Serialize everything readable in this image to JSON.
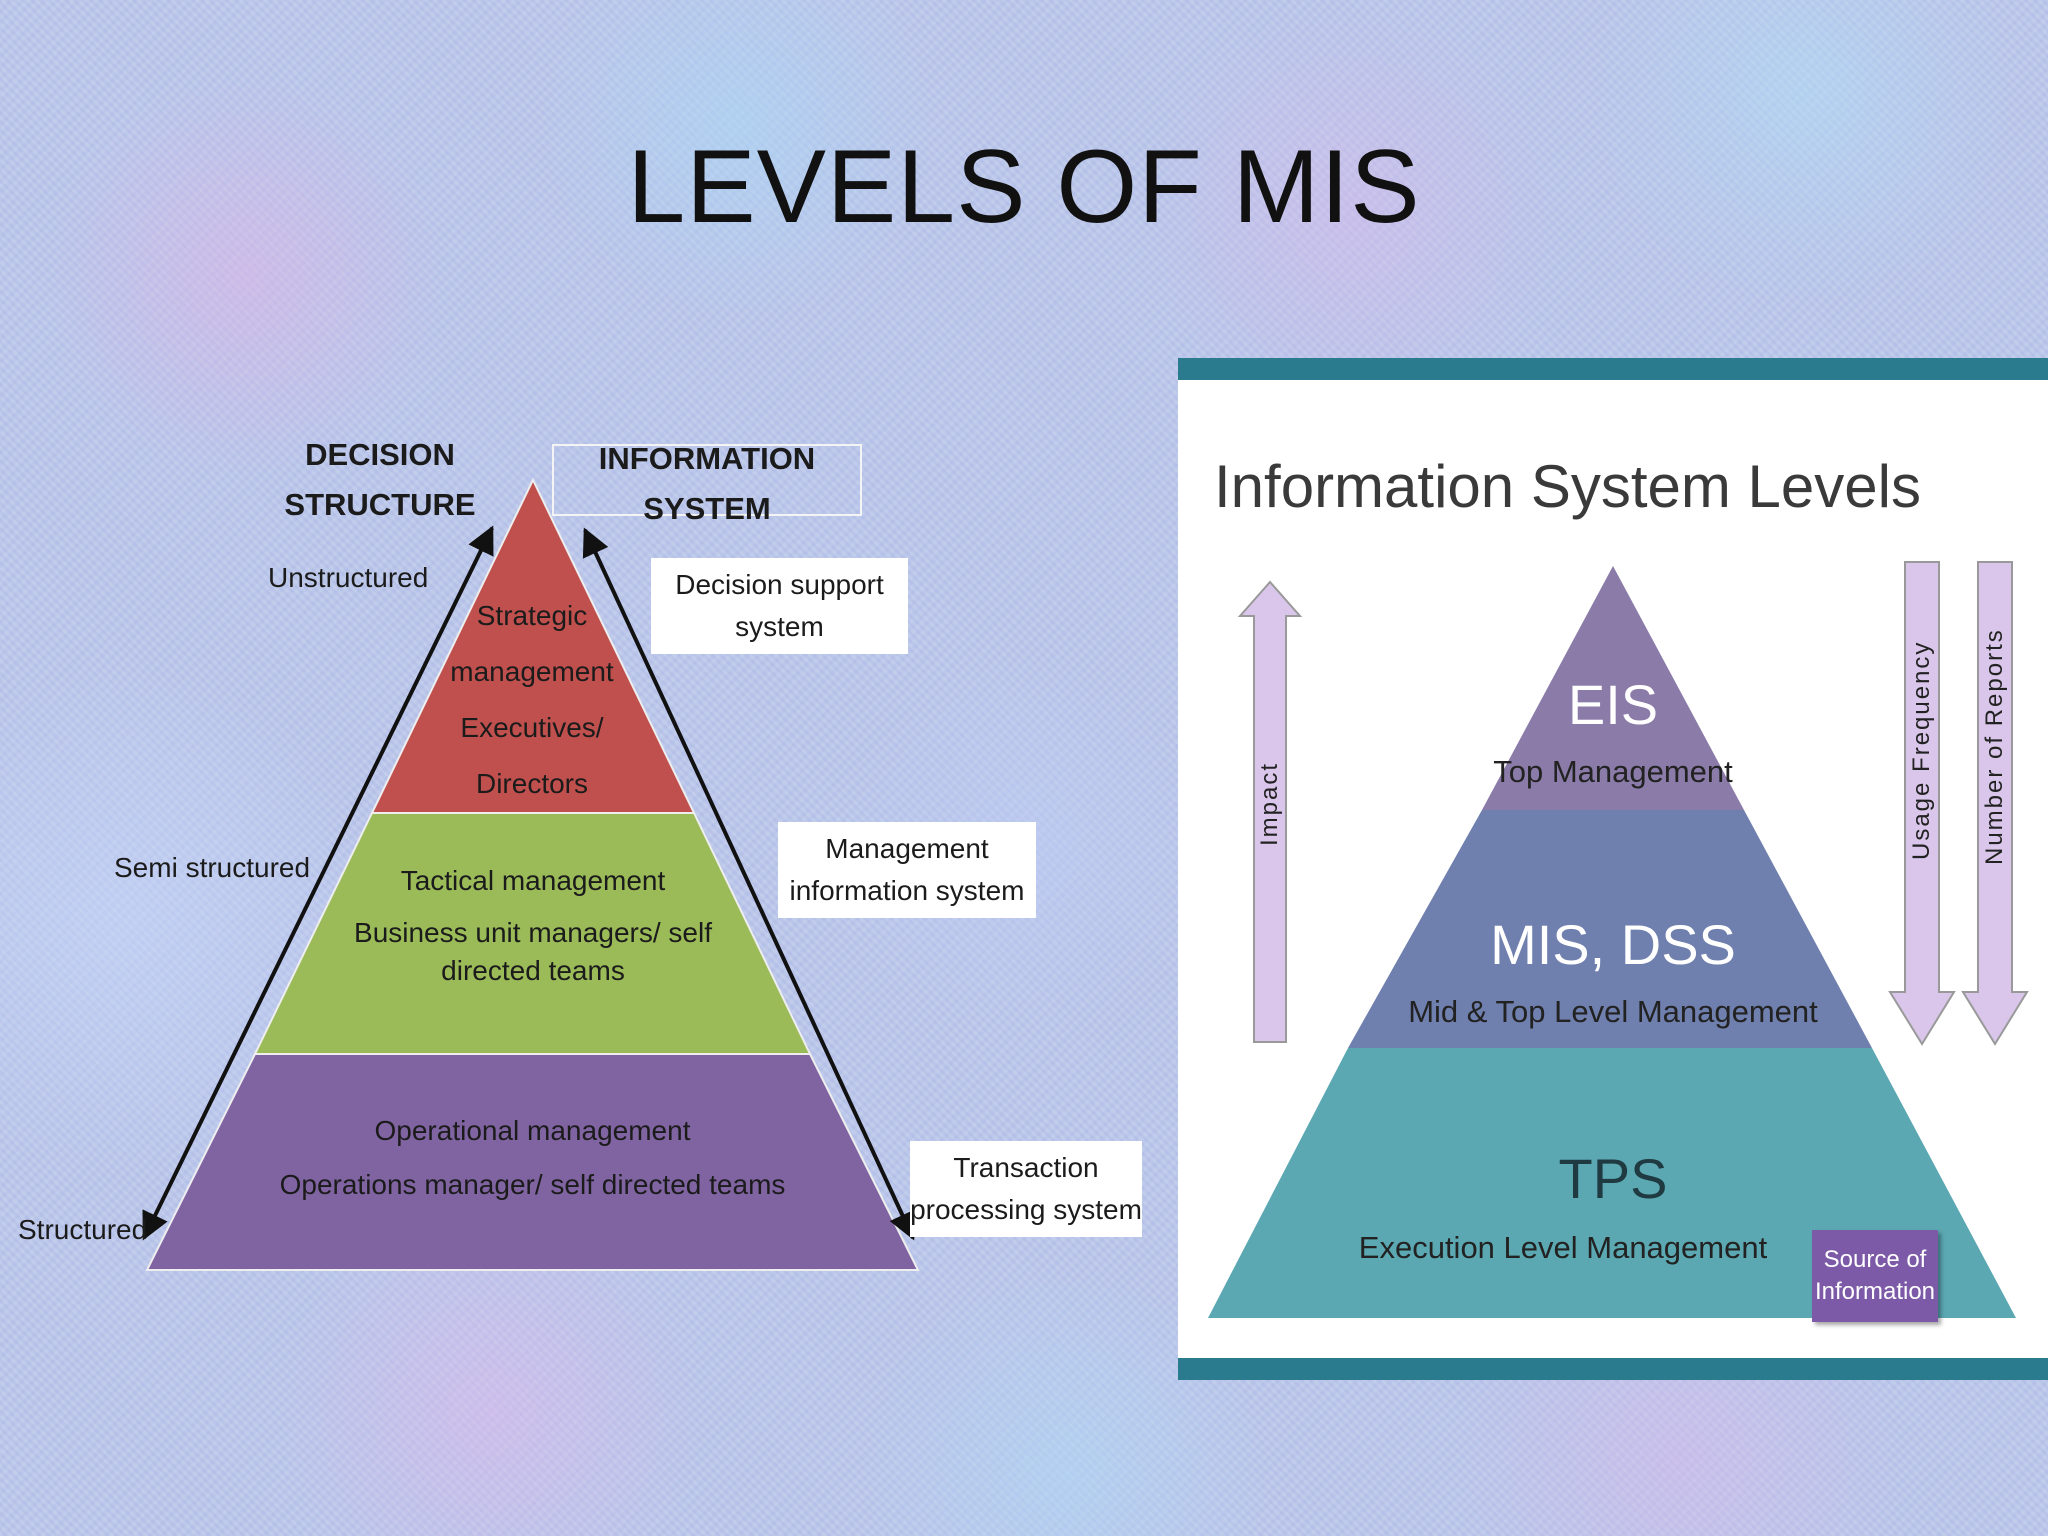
{
  "title": "LEVELS OF MIS",
  "left_diagram": {
    "decision_structure_header": [
      "DECISION",
      "STRUCTURE"
    ],
    "information_system_header": [
      "INFORMATION",
      "SYSTEM"
    ],
    "structure_levels": [
      "Unstructured",
      "Semi structured",
      "Structured"
    ],
    "tiers": [
      {
        "lines": [
          "Strategic",
          "management",
          "Executives/",
          "Directors"
        ],
        "color": "#c0504d"
      },
      {
        "lines": [
          "Tactical management",
          "Business unit managers/ self",
          "directed teams"
        ],
        "color": "#9bbb59"
      },
      {
        "lines": [
          "Operational management",
          "Operations manager/ self directed teams"
        ],
        "color": "#8064a2"
      }
    ],
    "systems": [
      [
        "Decision support",
        "system"
      ],
      [
        "Management",
        "information system"
      ],
      [
        "Transaction",
        "processing system"
      ]
    ]
  },
  "right_diagram": {
    "title": "Information System Levels",
    "tiers": [
      {
        "name": "EIS",
        "subtitle": "Top Management",
        "color": "#8a7ba8"
      },
      {
        "name": "MIS, DSS",
        "subtitle": "Mid & Top Level Management",
        "color": "#6f7fae"
      },
      {
        "name": "TPS",
        "subtitle": "Execution Level Management",
        "color": "#5ba8b3"
      }
    ],
    "arrows": {
      "up": "Impact",
      "down": [
        "Usage Frequency",
        "Number of Reports"
      ]
    },
    "source_box": [
      "Source of",
      "Information"
    ],
    "colors": {
      "border": "#2b7b8f",
      "arrow_fill": "#d9c6ea"
    }
  }
}
